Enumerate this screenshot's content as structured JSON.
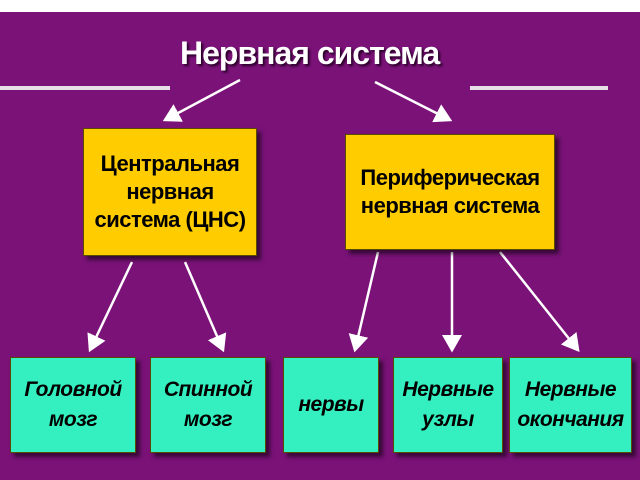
{
  "title": "Нервная система",
  "colors": {
    "background": "#7a1278",
    "central_box": "#ffcc00",
    "leaf_box": "#34f0c0",
    "arrow": "#ffffff"
  },
  "nodes": {
    "central": "Центральная\nнервная\nсистема (ЦНС)",
    "peripheral": "Периферическая\nнервная система",
    "brain": "Головной\nмозг",
    "spinal_cord": "Спинной\nмозг",
    "nerves": "нервы",
    "ganglia": "Нервные\nузлы",
    "nerve_endings": "Нервные\nокончания"
  }
}
